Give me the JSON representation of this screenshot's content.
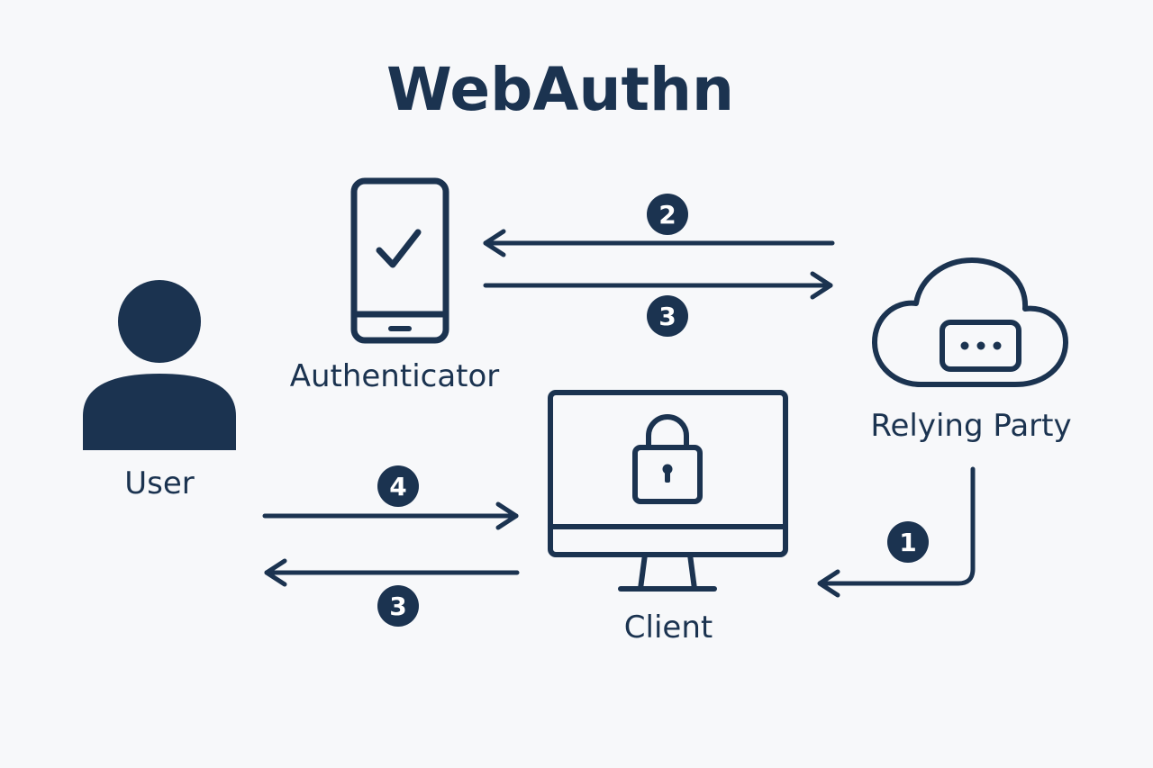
{
  "title": "WebAuthn",
  "colors": {
    "ink": "#1b3350",
    "background": "#f7f8fa",
    "badge_text": "#ffffff"
  },
  "nodes": {
    "user": {
      "label": "User",
      "icon": "user-silhouette-icon"
    },
    "authenticator": {
      "label": "Authenticator",
      "icon": "smartphone-check-icon"
    },
    "relying_party": {
      "label": "Relying Party",
      "icon": "cloud-server-icon"
    },
    "client": {
      "label": "Client",
      "icon": "monitor-lock-icon"
    }
  },
  "steps": {
    "rp_to_authenticator": "2",
    "authenticator_to_rp": "3",
    "user_to_client": "4",
    "client_to_user": "3",
    "rp_to_client": "1"
  }
}
